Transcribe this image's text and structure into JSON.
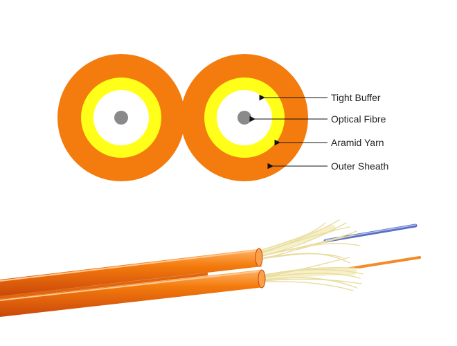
{
  "labels": {
    "tight_buffer": "Tight Buffer",
    "optical_fibre": "Optical Fibre",
    "aramid_yarn": "Aramid Yarn",
    "outer_sheath": "Outer Sheath"
  },
  "colors": {
    "outer_sheath": "#f47b0d",
    "aramid_yarn": "#ffff1a",
    "tight_buffer": "#ffffff",
    "optical_fibre": "#8a8a8a",
    "jacket_dark": "#d8500a",
    "jacket_light": "#ff9a3a",
    "yarn_fiber": "#f4eeb8",
    "fiber_blue": "#7b8fd8",
    "fiber_orange": "#f48a2a",
    "leader_line": "#111111"
  }
}
